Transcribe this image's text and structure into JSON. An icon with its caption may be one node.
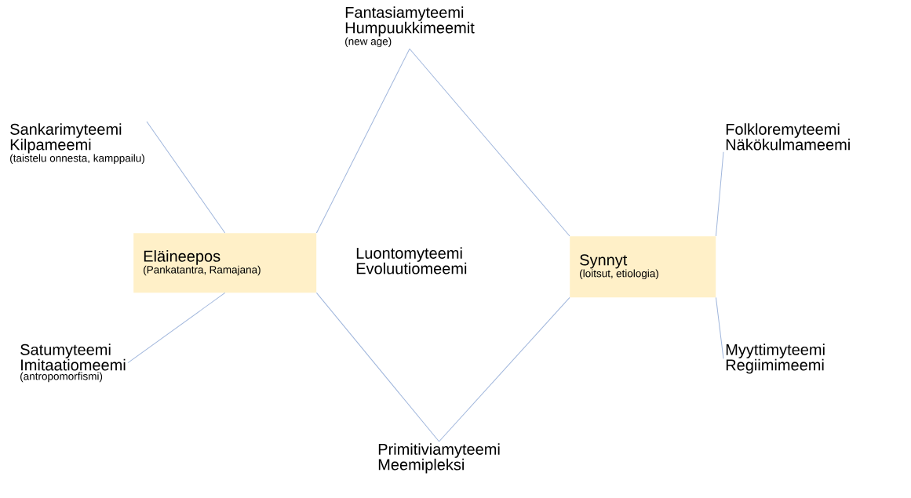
{
  "diagram": {
    "nodes": [
      {
        "text": [
          "Fantasiamyteemi",
          "Humpuukkimeemit",
          "(new age)"
        ]
      },
      {
        "text": [
          "Sankarimyteemi",
          "Kilpameemi",
          "(taistelu onnesta, kamppailu)"
        ]
      },
      {
        "text": [
          "Folkloremyteemi",
          "Näkökulmameemi"
        ]
      },
      {
        "text": [
          "Eläineepos",
          "(Pankatantra, Ramajana)"
        ]
      },
      {
        "text": [
          "Synnyt",
          "(loitsut, etiologia)"
        ]
      },
      {
        "text": [
          "Satumyteemi",
          "Imitaatiomeemi",
          "(antropomorfismi)"
        ]
      },
      {
        "text": [
          "Myyttimyteemi",
          "Regiimimeemi"
        ]
      },
      {
        "text": [
          "Primitiviamyteemi",
          "Meemipleksi"
        ]
      }
    ],
    "edges": [
      {
        "from": 3,
        "to": 0,
        "arrow": "none"
      },
      {
        "from": 0,
        "to": 4,
        "arrow": "none"
      },
      {
        "from": 3,
        "to": 7,
        "arrow": "none"
      },
      {
        "from": 7,
        "to": 4,
        "arrow": "none"
      },
      {
        "from": 1,
        "to": 3,
        "arrow": "none"
      },
      {
        "from": 5,
        "to": 3,
        "arrow": "none"
      },
      {
        "from": 2,
        "to": 4,
        "arrow": "none"
      },
      {
        "from": 6,
        "to": 4,
        "arrow": "none"
      }
    ],
    "labels": [
      "Luontomyteemi Evoluutiomeemi"
    ]
  }
}
